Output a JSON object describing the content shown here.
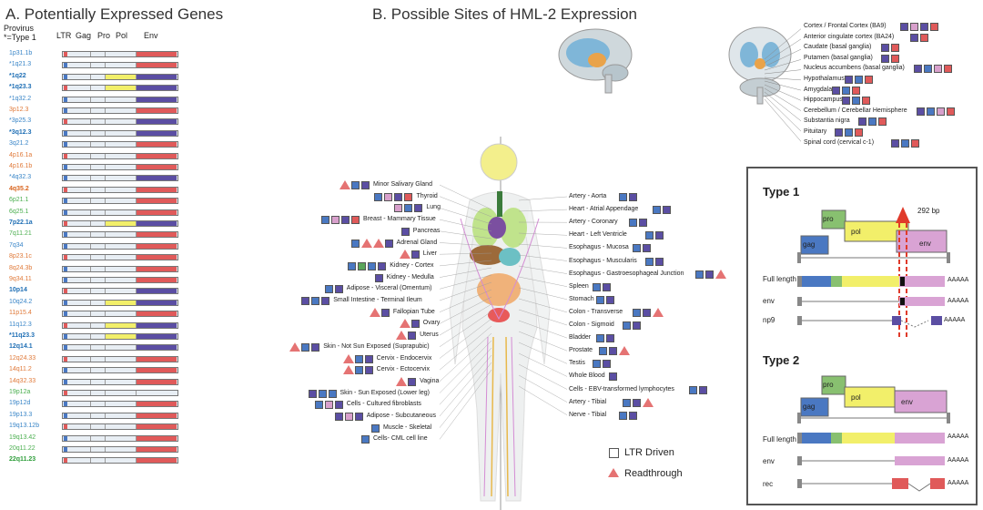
{
  "panelA": {
    "title": "A. Potentially Expressed Genes",
    "provirus_label": "Provirus",
    "type1_note": "*=Type 1",
    "col_ltr": "LTR",
    "col_gag": "Gag",
    "col_pro": "Pro",
    "col_pol": "Pol",
    "col_env": "Env",
    "genes": [
      {
        "name": "1p31.1b",
        "color": "#3a86c8",
        "bold": false
      },
      {
        "name": "*1q21.3",
        "color": "#3a86c8",
        "bold": false
      },
      {
        "name": "*1q22",
        "color": "#1f6fb5",
        "bold": true
      },
      {
        "name": "*1q23.3",
        "color": "#1f6fb5",
        "bold": true
      },
      {
        "name": "*1q32.2",
        "color": "#3a86c8",
        "bold": false
      },
      {
        "name": "3p12.3",
        "color": "#e07a3a",
        "bold": false
      },
      {
        "name": "*3p25.3",
        "color": "#3a86c8",
        "bold": false
      },
      {
        "name": "*3q12.3",
        "color": "#1f6fb5",
        "bold": true
      },
      {
        "name": "3q21.2",
        "color": "#3a86c8",
        "bold": false
      },
      {
        "name": "4p16.1a",
        "color": "#e07a3a",
        "bold": false
      },
      {
        "name": "4p16.1b",
        "color": "#e07a3a",
        "bold": false
      },
      {
        "name": "*4q32.3",
        "color": "#3a86c8",
        "bold": false
      },
      {
        "name": "4q35.2",
        "color": "#d9651f",
        "bold": true
      },
      {
        "name": "6p21.1",
        "color": "#4caf50",
        "bold": false
      },
      {
        "name": "6q25.1",
        "color": "#4caf50",
        "bold": false
      },
      {
        "name": "7p22.1a",
        "color": "#1f6fb5",
        "bold": true
      },
      {
        "name": "7q11.21",
        "color": "#4caf50",
        "bold": false
      },
      {
        "name": "7q34",
        "color": "#3a86c8",
        "bold": false
      },
      {
        "name": "8p23.1c",
        "color": "#e07a3a",
        "bold": false
      },
      {
        "name": "8q24.3b",
        "color": "#e07a3a",
        "bold": false
      },
      {
        "name": "9q34.11",
        "color": "#e07a3a",
        "bold": false
      },
      {
        "name": "10p14",
        "color": "#1f6fb5",
        "bold": true
      },
      {
        "name": "10q24.2",
        "color": "#3a86c8",
        "bold": false
      },
      {
        "name": "11p15.4",
        "color": "#e07a3a",
        "bold": false
      },
      {
        "name": "11q12.3",
        "color": "#3a86c8",
        "bold": false
      },
      {
        "name": "*11q23.3",
        "color": "#1f6fb5",
        "bold": true
      },
      {
        "name": "12q14.1",
        "color": "#1f6fb5",
        "bold": true
      },
      {
        "name": "12q24.33",
        "color": "#e07a3a",
        "bold": false
      },
      {
        "name": "14q11.2",
        "color": "#e07a3a",
        "bold": false
      },
      {
        "name": "14q32.33",
        "color": "#e07a3a",
        "bold": false
      },
      {
        "name": "19p12a",
        "color": "#4caf50",
        "bold": false
      },
      {
        "name": "19p12d",
        "color": "#3a86c8",
        "bold": false
      },
      {
        "name": "19p13.3",
        "color": "#3a86c8",
        "bold": false
      },
      {
        "name": "19q13.12b",
        "color": "#3a86c8",
        "bold": false
      },
      {
        "name": "19q13.42",
        "color": "#4caf50",
        "bold": false
      },
      {
        "name": "20q11.22",
        "color": "#4caf50",
        "bold": false
      },
      {
        "name": "22q11.23",
        "color": "#2e9e3a",
        "bold": true
      }
    ]
  },
  "panelB": {
    "title": "B. Possible Sites of HML-2 Expression",
    "brain_sites": [
      {
        "label": "Cortex / Frontal Cortex (BA9)"
      },
      {
        "label": "Anterior cingulate cortex (BA24)"
      },
      {
        "label": "Caudate (basal ganglia)"
      },
      {
        "label": "Putamen (basal ganglia)"
      },
      {
        "label": "Nucleus accumbens (basal ganglia)"
      },
      {
        "label": "Hypothalamus"
      },
      {
        "label": "Amygdala"
      },
      {
        "label": "Hippocampus"
      },
      {
        "label": "Cerebellum / Cerebellar Hemisphere"
      },
      {
        "label": "Substantia nigra"
      },
      {
        "label": "Pituitary"
      },
      {
        "label": "Spinal cord (cervical c-1)"
      }
    ],
    "left_sites": [
      {
        "label": "Minor Salivary Gland"
      },
      {
        "label": "Thyroid"
      },
      {
        "label": "Lung"
      },
      {
        "label": "Breast - Mammary Tissue"
      },
      {
        "label": "Pancreas"
      },
      {
        "label": "Adrenal Gland"
      },
      {
        "label": "Liver"
      },
      {
        "label": "Kidney - Cortex"
      },
      {
        "label": "Kidney - Medulla"
      },
      {
        "label": "Adipose - Visceral (Omentum)"
      },
      {
        "label": "Small Intestine - Terminal Ileum"
      },
      {
        "label": "Fallopian Tube"
      },
      {
        "label": "Ovary"
      },
      {
        "label": "Uterus"
      },
      {
        "label": "Skin - Not Sun Exposed (Suprapubic)"
      },
      {
        "label": "Cervix - Endocervix"
      },
      {
        "label": "Cervix - Ectocervix"
      },
      {
        "label": "Vagina"
      },
      {
        "label": "Skin - Sun Exposed (Lower leg)"
      },
      {
        "label": "Cells - Cultured fibroblasts"
      },
      {
        "label": "Adipose - Subcutaneous"
      },
      {
        "label": "Muscle - Skeletal"
      },
      {
        "label": "Cells- CML cell line"
      }
    ],
    "right_sites": [
      {
        "label": "Artery - Aorta"
      },
      {
        "label": "Heart - Atrial Appendage"
      },
      {
        "label": "Artery - Coronary"
      },
      {
        "label": "Heart - Left Ventricle"
      },
      {
        "label": "Esophagus - Mucosa"
      },
      {
        "label": "Esophagus - Muscularis"
      },
      {
        "label": "Esophagus - Gastroesophageal Junction"
      },
      {
        "label": "Spleen"
      },
      {
        "label": "Stomach"
      },
      {
        "label": "Colon - Transverse"
      },
      {
        "label": "Colon - Sigmoid"
      },
      {
        "label": "Bladder"
      },
      {
        "label": "Prostate"
      },
      {
        "label": "Testis"
      },
      {
        "label": "Whole Blood"
      },
      {
        "label": "Cells - EBV-transformed lymphocytes"
      },
      {
        "label": "Artery - Tibial"
      },
      {
        "label": "Nerve - Tibial"
      }
    ],
    "legend": {
      "ltr_driven": "LTR Driven",
      "readthrough": "Readthrough"
    }
  },
  "panelC": {
    "type1_title": "Type 1",
    "type2_title": "Type 2",
    "bp_label": "292 bp",
    "pro": "pro",
    "pol": "pol",
    "gag": "gag",
    "env": "env",
    "full_length": "Full length",
    "row_env": "env",
    "row_np9": "np9",
    "row_rec": "rec",
    "polyA": "AAAAA"
  },
  "colors": {
    "purple": "#5b4ea3",
    "blue": "#4a78c2",
    "pink": "#d8a0cc",
    "red": "#e05a5a",
    "green": "#5aa55a",
    "gag_blue": "#4a78c2",
    "pro_green": "#88c070",
    "pol_yellow": "#f2ef6a",
    "env_pink": "#d9a3d4"
  }
}
